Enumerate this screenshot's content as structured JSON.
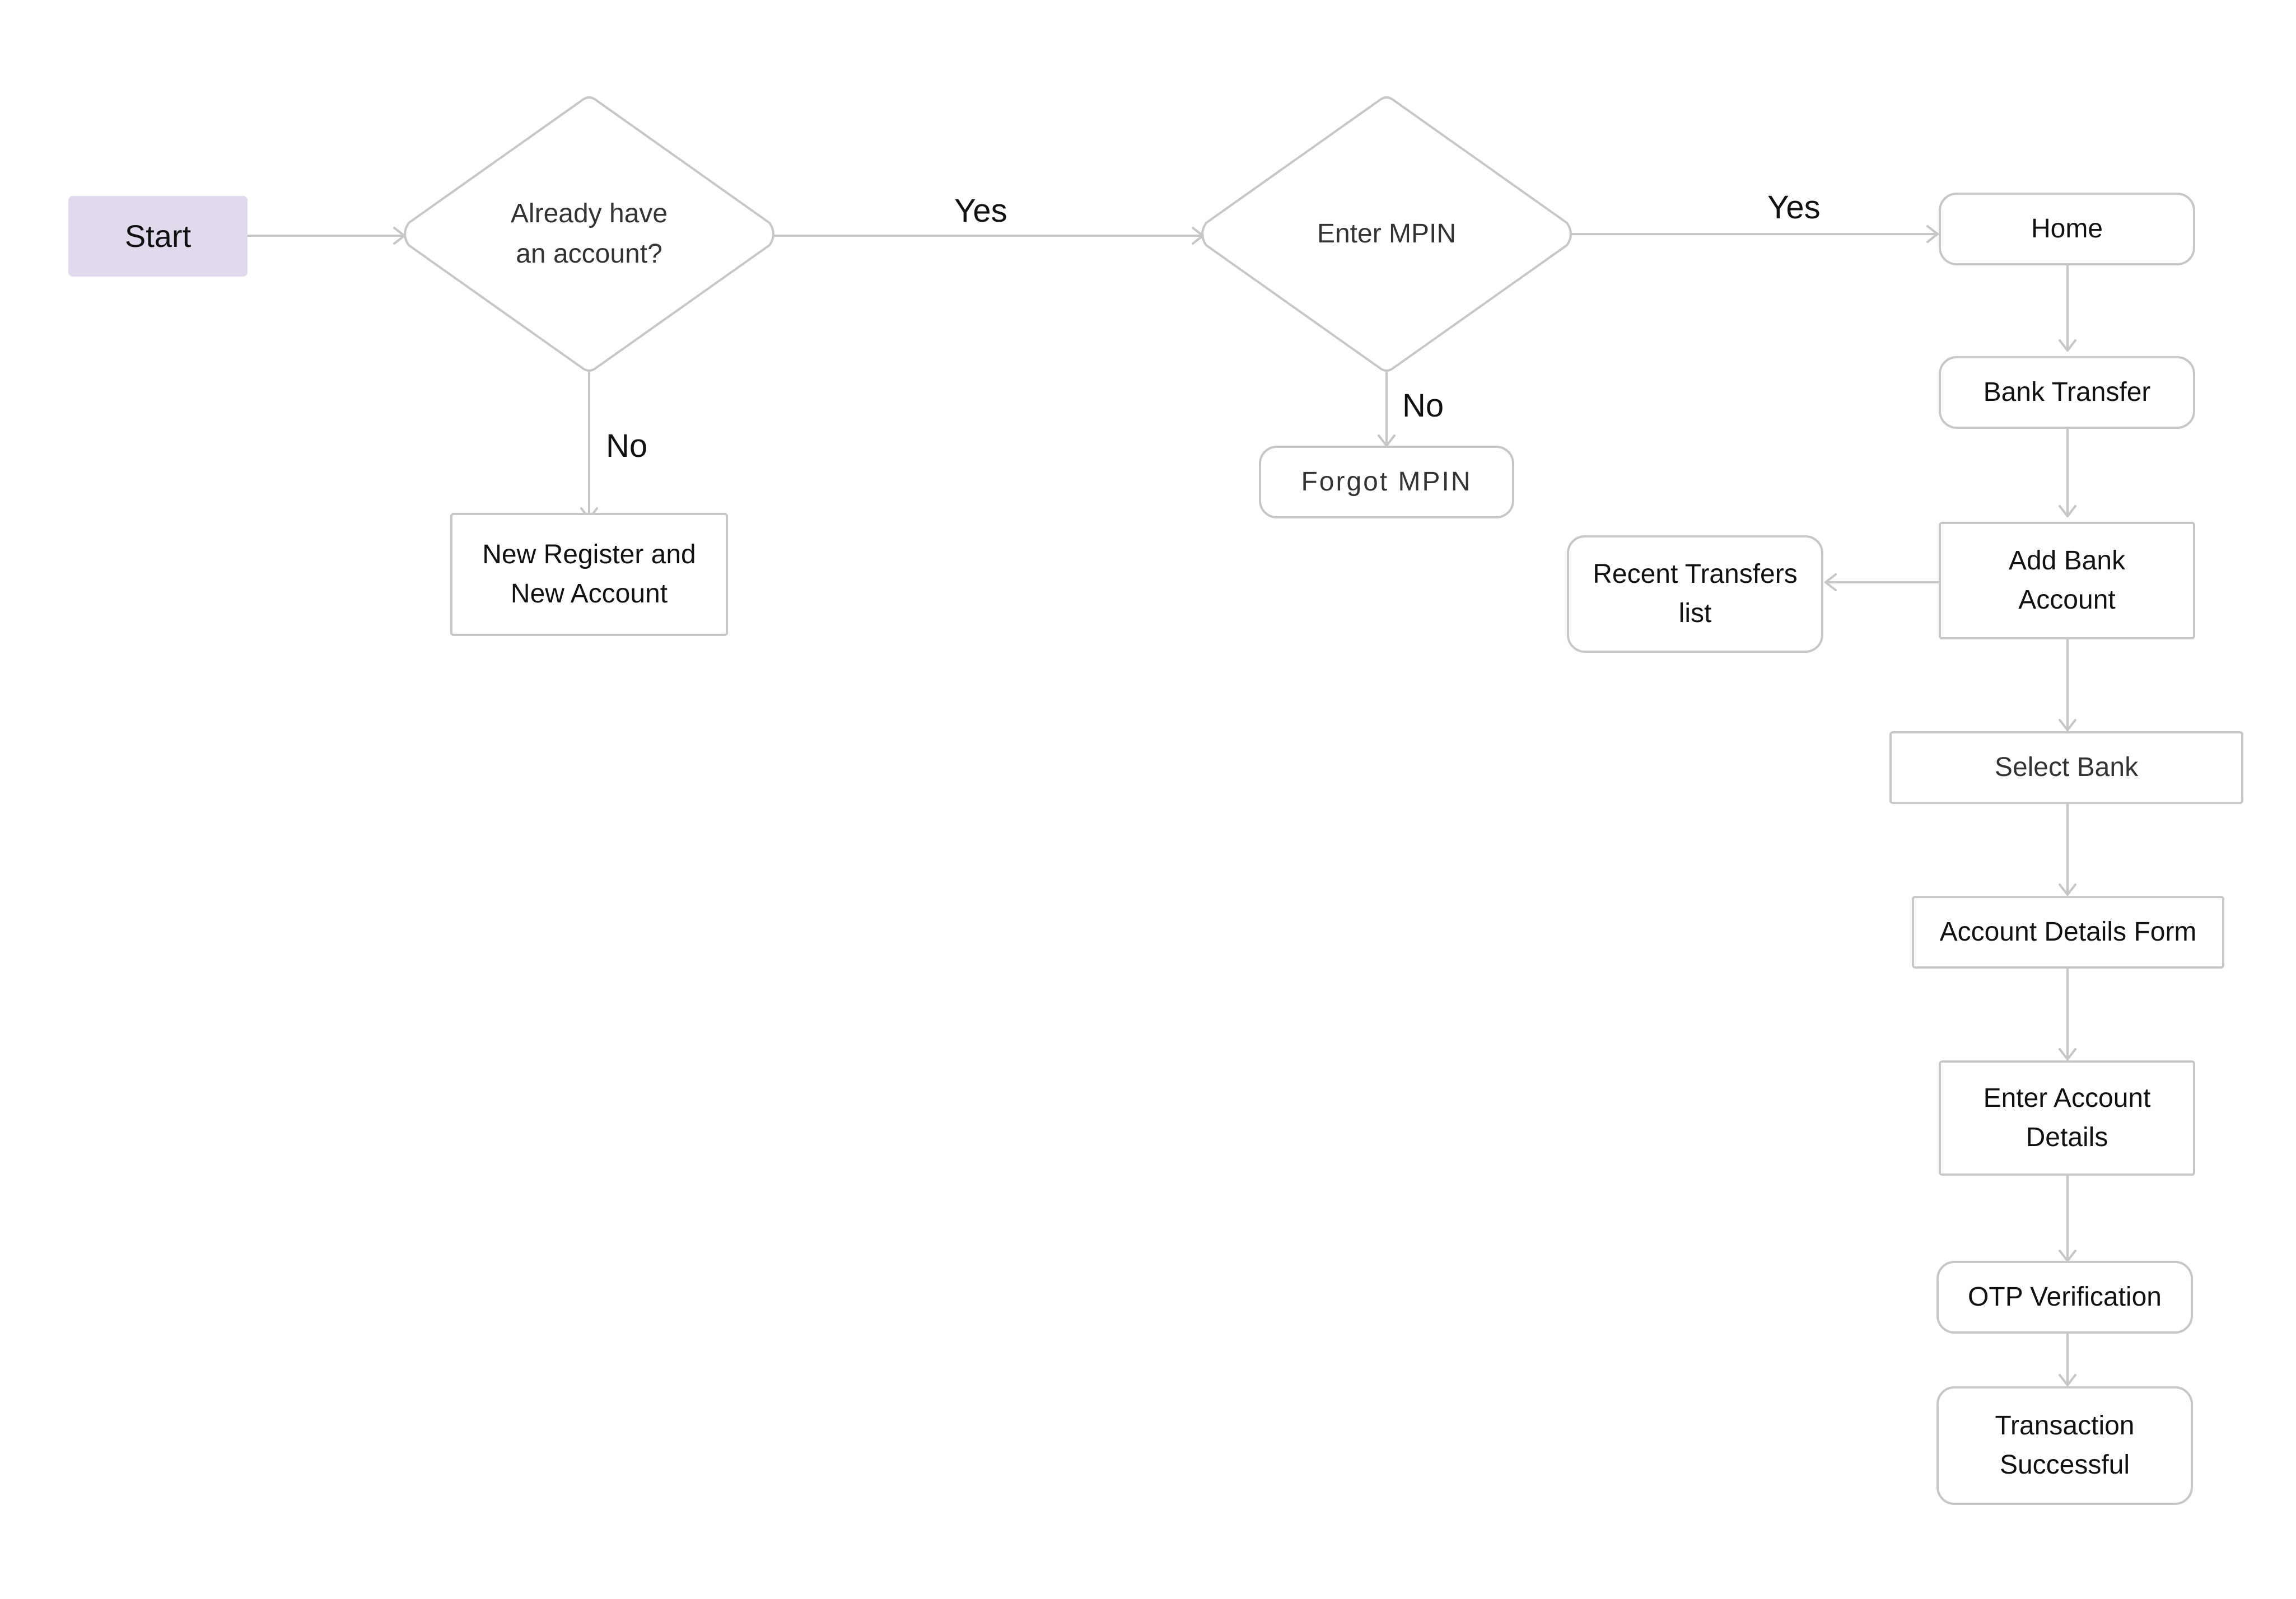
{
  "nodes": {
    "start": "Start",
    "already_have_account": "Already have\nan account?",
    "new_register": "New Register and\nNew Account",
    "enter_mpin": "Enter MPIN",
    "forgot_mpin": "Forgot MPIN",
    "home": "Home",
    "bank_transfer": "Bank Transfer",
    "add_bank_account": "Add Bank\nAccount",
    "recent_transfers": "Recent Transfers\nlist",
    "select_bank": "Select Bank",
    "account_details_form": "Account Details Form",
    "enter_account_details": "Enter Account\nDetails",
    "otp_verification": "OTP Verification",
    "transaction_successful": "Transaction\nSuccessful"
  },
  "edge_labels": {
    "account_yes": "Yes",
    "account_no": "No",
    "mpin_yes": "Yes",
    "mpin_no": "No"
  },
  "colors": {
    "start_fill": "#e1d9ec",
    "stroke": "#c7c7c7"
  }
}
